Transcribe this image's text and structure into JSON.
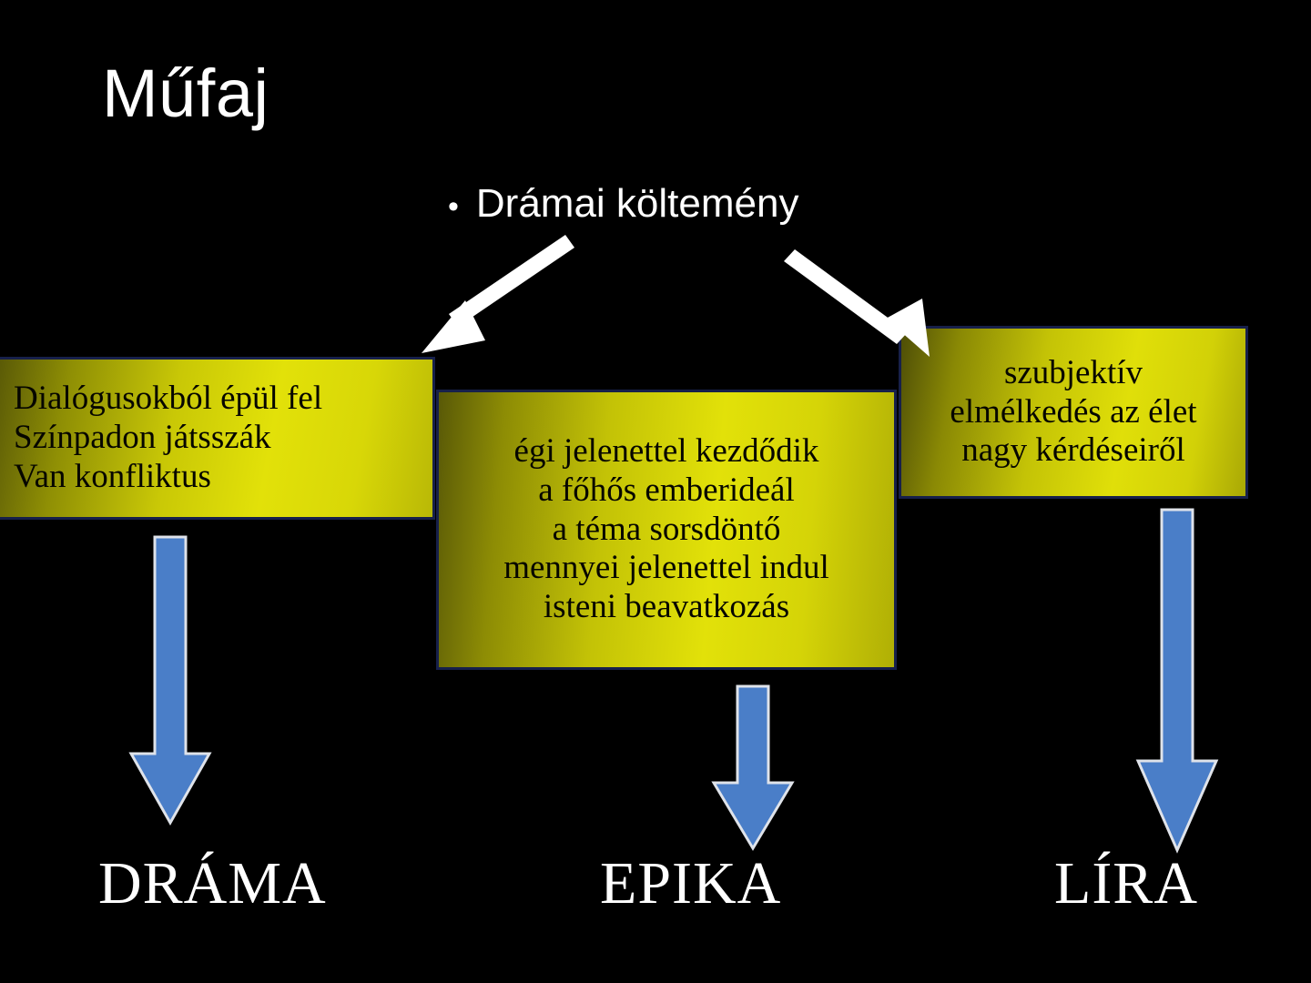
{
  "slide": {
    "background_color": "#000000",
    "title": "Műfaj"
  },
  "bullet": {
    "marker": "•",
    "text": "Drámai költemény"
  },
  "boxes": {
    "drama": {
      "name": "DRÁMA",
      "fill_color": "#e2e109",
      "border_color": "#17204a",
      "text_color": "#060600",
      "align": "left",
      "lines": [
        "Dialógusokból épül fel",
        "Színpadon játsszák",
        "Van konfliktus"
      ]
    },
    "epika": {
      "name": "EPIKA",
      "fill_color": "#e2e109",
      "border_color": "#17204a",
      "text_color": "#060600",
      "align": "center",
      "lines": [
        "égi jelenettel kezdődik",
        "a főhős emberideál",
        "a téma sorsdöntő",
        "mennyei jelenettel indul",
        "isteni beavatkozás"
      ]
    },
    "lira": {
      "name": "LÍRA",
      "fill_color": "#e2e109",
      "border_color": "#17204a",
      "text_color": "#060600",
      "align": "center",
      "lines": [
        "szubjektív",
        "elmélkedés az élet",
        "nagy kérdéseiről"
      ]
    }
  },
  "arrows": {
    "white_color": "#ffffff",
    "blue_fill": "#4a7ec8",
    "blue_outline": "#d8dce6",
    "white_left_label": "arrow from bullet to drama box",
    "white_right_label": "arrow from bullet to lira box",
    "blue_drama_label": "arrow from drama box to DRÁMA",
    "blue_epika_label": "arrow from epika box to EPIKA",
    "blue_lira_label": "arrow from lira box to LÍRA"
  },
  "bottom_labels": {
    "drama": "DRÁMA",
    "epika": "EPIKA",
    "lira": "LÍRA"
  }
}
